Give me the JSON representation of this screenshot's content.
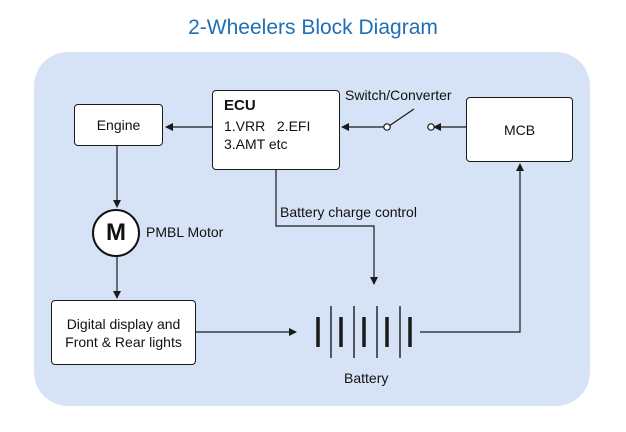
{
  "title": "2-Wheelers Block Diagram",
  "blocks": {
    "engine": "Engine",
    "ecu": {
      "title": "ECU",
      "line1": "1.VRR   2.EFI",
      "line2": "3.AMT etc"
    },
    "mcb": "MCB",
    "motor_symbol": "M",
    "display": {
      "line1": "Digital display and",
      "line2": "Front & Rear lights"
    }
  },
  "labels": {
    "switch": "Switch/Converter",
    "motor": "PMBL Motor",
    "charge": "Battery charge control",
    "battery": "Battery"
  },
  "colors": {
    "title": "#1f6fb5",
    "panel": "#d6e2f6",
    "line": "#1a1a1a"
  }
}
